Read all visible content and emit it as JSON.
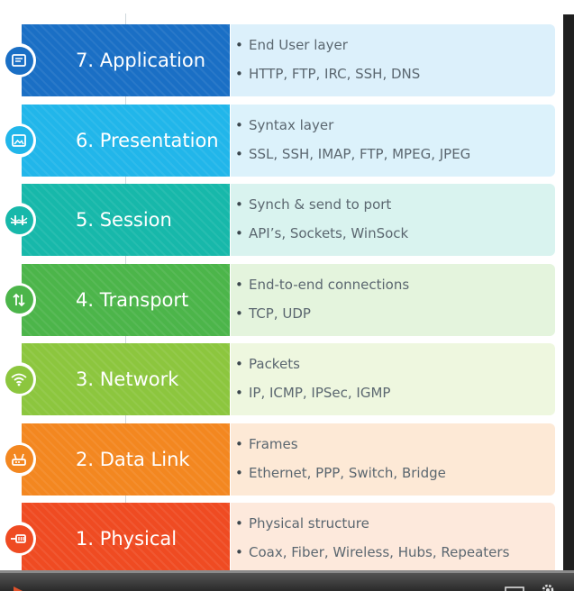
{
  "layers": [
    {
      "num": "7",
      "title": "7. Application",
      "icon": "document-icon",
      "color": "#1a6fc5",
      "panel": "#dcf0fb",
      "bullets": [
        "End User layer",
        "HTTP, FTP, IRC, SSH, DNS"
      ]
    },
    {
      "num": "6",
      "title": "6. Presentation",
      "icon": "image-icon",
      "color": "#21b6ea",
      "panel": "#dcf2fb",
      "bullets": [
        "Syntax layer",
        "SSL, SSH, IMAP, FTP, MPEG, JPEG"
      ]
    },
    {
      "num": "5",
      "title": "5. Session",
      "icon": "bridge-icon",
      "color": "#17b8aa",
      "panel": "#d9f3ef",
      "bullets": [
        "Synch & send to port",
        "API’s, Sockets, WinSock"
      ]
    },
    {
      "num": "4",
      "title": "4. Transport",
      "icon": "up-down-arrows-icon",
      "color": "#4cb54a",
      "panel": "#e4f4dd",
      "bullets": [
        "End-to-end connections",
        "TCP, UDP"
      ]
    },
    {
      "num": "3",
      "title": "3. Network",
      "icon": "wifi-icon",
      "color": "#8cc63e",
      "panel": "#eef7df",
      "bullets": [
        "Packets",
        "IP, ICMP, IPSec, IGMP"
      ]
    },
    {
      "num": "2",
      "title": "2. Data Link",
      "icon": "router-icon",
      "color": "#f38720",
      "panel": "#fde9d6",
      "bullets": [
        "Frames",
        "Ethernet, PPP, Switch, Bridge"
      ]
    },
    {
      "num": "1",
      "title": "1. Physical",
      "icon": "cable-icon",
      "color": "#ef4b22",
      "panel": "#fde9dc",
      "bullets": [
        "Physical structure",
        "Coax, Fiber, Wireless, Hubs, Repeaters"
      ]
    }
  ],
  "player": {
    "settings_icon": "gear-icon",
    "window_icon": "window-icon"
  }
}
